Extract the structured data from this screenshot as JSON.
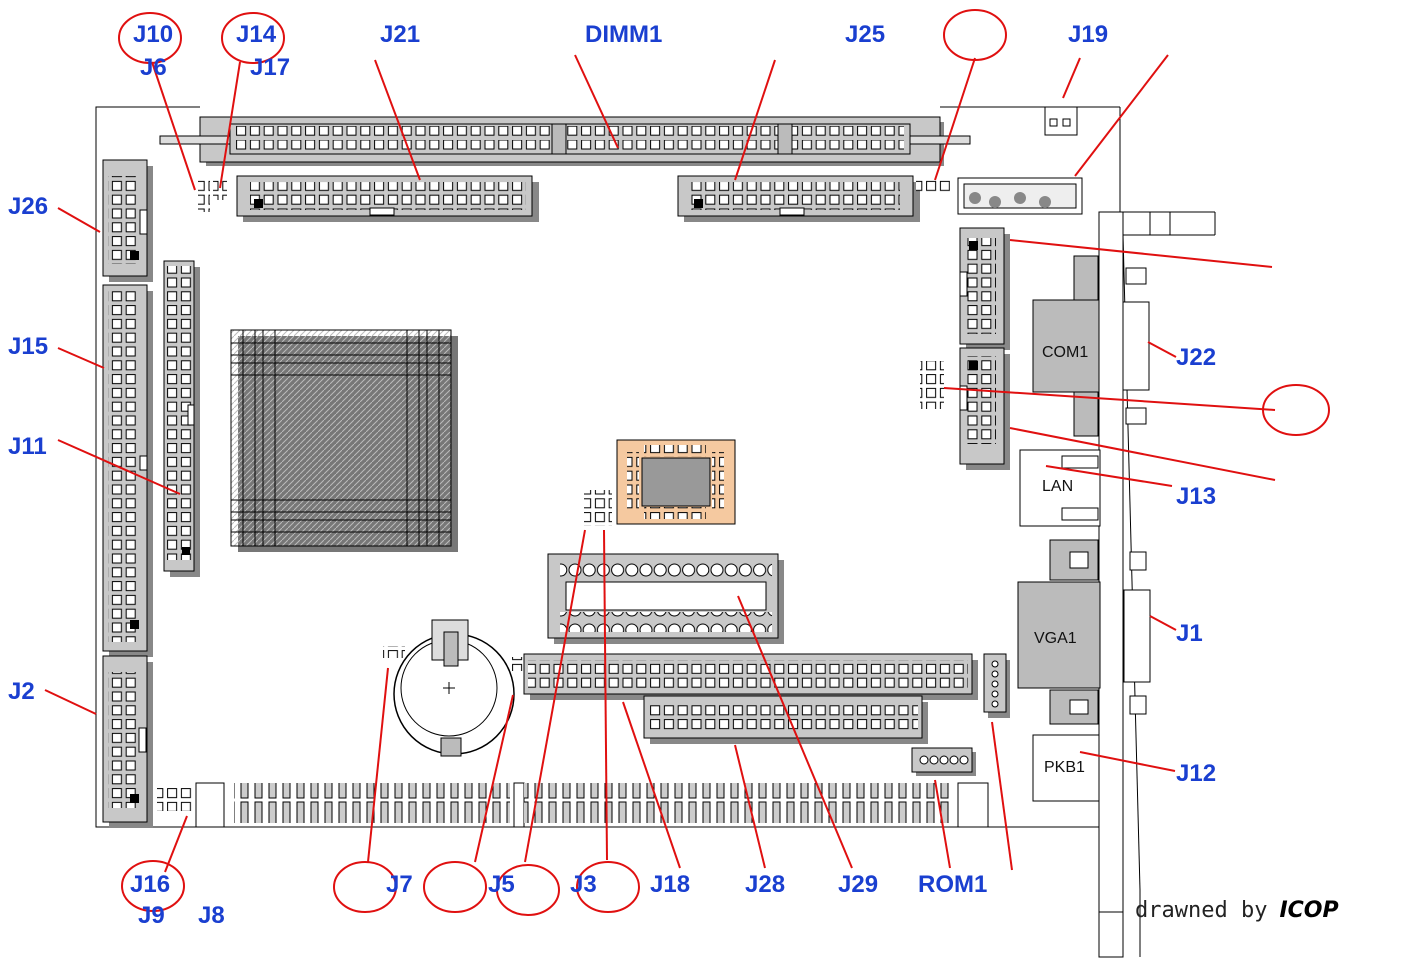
{
  "labels": {
    "top": [
      "J10",
      "J14",
      "J21",
      "DIMM1",
      "J25",
      "J19"
    ],
    "top_cut": [
      "J6",
      "J17"
    ],
    "left": [
      "J26",
      "J15",
      "J11",
      "J2"
    ],
    "right": [
      "J22",
      "J13",
      "J1",
      "J12"
    ],
    "bottom": [
      "J16",
      "J7",
      "J5",
      "J3",
      "J18",
      "J28",
      "J29",
      "ROM1"
    ],
    "bottom_cut": [
      "J9",
      "J8"
    ]
  },
  "parts": {
    "com": "COM1",
    "lan": "LAN",
    "vga": "VGA1",
    "pkb": "PKB1"
  },
  "credit": {
    "text": "drawned by",
    "logo": "ICOP"
  },
  "colors": {
    "label": "#1a3fd0",
    "callout": "#e01010",
    "connector": "#c8c8c8",
    "rom_socket": "#f5c9a0"
  }
}
